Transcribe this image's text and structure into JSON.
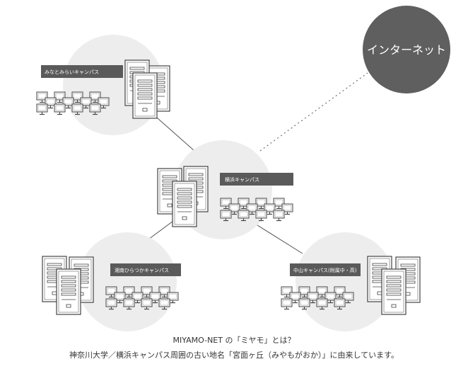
{
  "internet": {
    "label": "インターネット"
  },
  "campuses": [
    {
      "id": "minatomirai",
      "label": "みなとみらいキャンパス"
    },
    {
      "id": "yokohama",
      "label": "横浜キャンパス"
    },
    {
      "id": "shonan",
      "label": "湘南ひらつかキャンパス"
    },
    {
      "id": "nakayama",
      "label": "中山キャンパス(附属中・高)"
    }
  ],
  "footer": {
    "line1": "MIYAMO-NET の「ミヤモ」とは？",
    "line2": "神奈川大学／横浜キャンパス周囲の古い地名「宮面ヶ丘（みやもがおか）」に由来しています。"
  },
  "colors": {
    "campus_circle": "#ededed",
    "internet_circle": "#5f5f5f",
    "label_bg": "#5a5a5a",
    "label_text": "#ffffff",
    "line": "#555555"
  }
}
